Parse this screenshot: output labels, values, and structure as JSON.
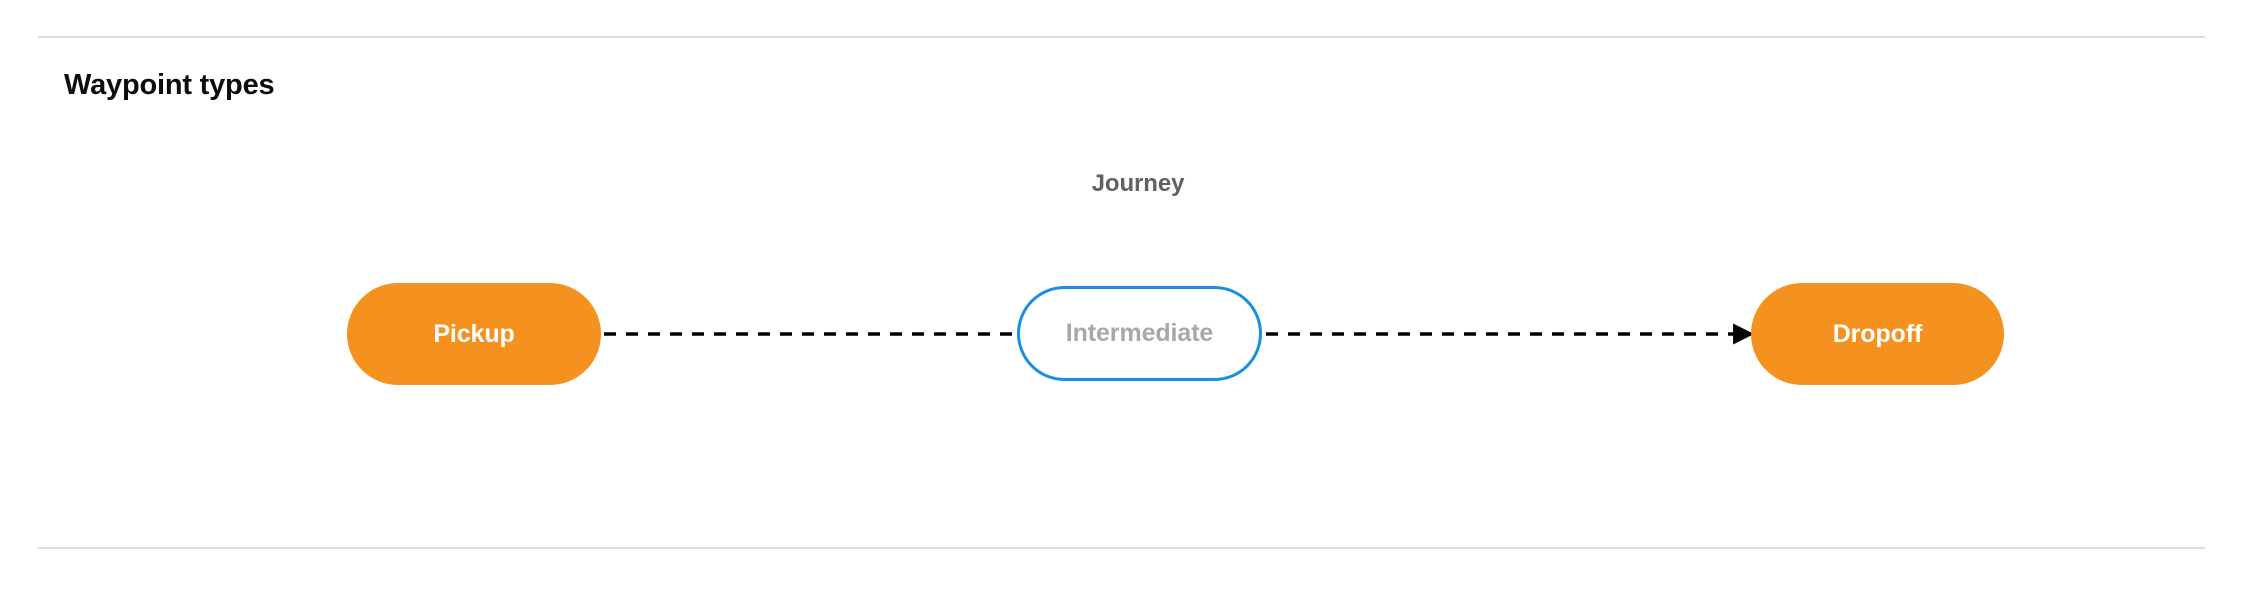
{
  "section": {
    "title": "Waypoint types"
  },
  "diagram": {
    "group_label": "Journey",
    "nodes": [
      {
        "id": "pickup",
        "label": "Pickup",
        "style": "filled-orange",
        "fill": "#f5921f",
        "text_color": "#ffffff"
      },
      {
        "id": "intermediate",
        "label": "Intermediate",
        "style": "outlined-blue",
        "fill": "#ffffff",
        "border_color": "#1a8fe0",
        "text_color": "#a8a8a8"
      },
      {
        "id": "dropoff",
        "label": "Dropoff",
        "style": "filled-orange",
        "fill": "#f5921f",
        "text_color": "#ffffff"
      }
    ],
    "edges": [
      {
        "from": "pickup",
        "to": "intermediate",
        "style": "dashed",
        "arrowhead": false,
        "color": "#000000"
      },
      {
        "from": "intermediate",
        "to": "dropoff",
        "style": "dashed",
        "arrowhead": true,
        "color": "#000000"
      }
    ]
  },
  "colors": {
    "accent_orange": "#f5921f",
    "accent_blue": "#1a8fe0",
    "divider": "#dcdcdc",
    "muted_text": "#616161"
  }
}
